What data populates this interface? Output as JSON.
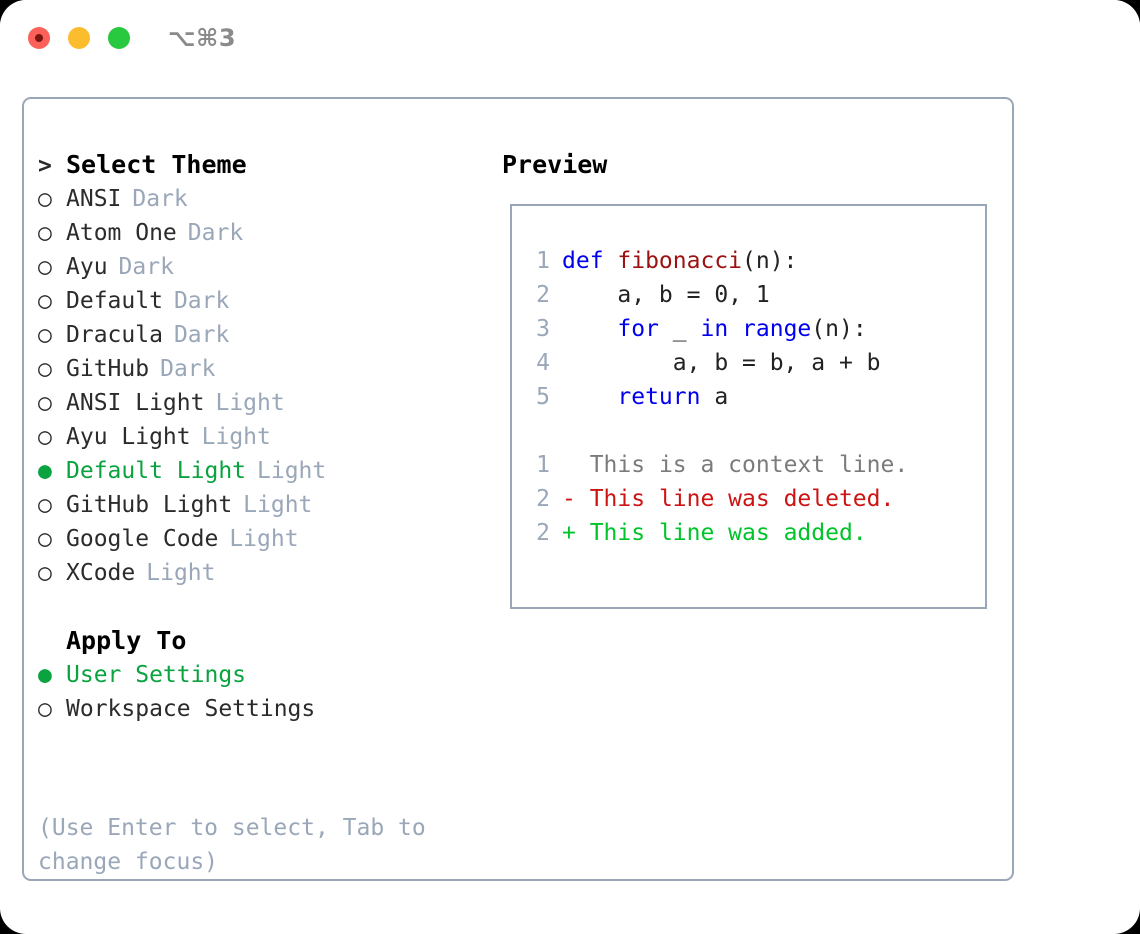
{
  "window": {
    "title": "⌥⌘3",
    "traffic_lights": [
      {
        "name": "close",
        "color": "#fb6159"
      },
      {
        "name": "minimize",
        "color": "#fbbd2e"
      },
      {
        "name": "maximize",
        "color": "#28c83f"
      }
    ]
  },
  "colors": {
    "accent_green": "#0aa33f",
    "muted": "#9aa7b8",
    "border": "#9aa7b8",
    "keyword_blue": "#0000ee",
    "function_red": "#9c1212",
    "diff_added": "#00c42a",
    "diff_deleted": "#cc1414",
    "diff_context": "#7b7b7b"
  },
  "theme_list": {
    "header": {
      "marker": ">",
      "title": "Select Theme"
    },
    "items": [
      {
        "marker": "○",
        "label": "ANSI",
        "mode": "Dark",
        "selected": false
      },
      {
        "marker": "○",
        "label": "Atom One",
        "mode": "Dark",
        "selected": false
      },
      {
        "marker": "○",
        "label": "Ayu",
        "mode": "Dark",
        "selected": false
      },
      {
        "marker": "○",
        "label": "Default",
        "mode": "Dark",
        "selected": false
      },
      {
        "marker": "○",
        "label": "Dracula",
        "mode": "Dark",
        "selected": false
      },
      {
        "marker": "○",
        "label": "GitHub",
        "mode": "Dark",
        "selected": false
      },
      {
        "marker": "○",
        "label": "ANSI Light",
        "mode": "Light",
        "selected": false
      },
      {
        "marker": "○",
        "label": "Ayu Light",
        "mode": "Light",
        "selected": false
      },
      {
        "marker": "●",
        "label": "Default Light",
        "mode": "Light",
        "selected": true
      },
      {
        "marker": "○",
        "label": "GitHub Light",
        "mode": "Light",
        "selected": false
      },
      {
        "marker": "○",
        "label": "Google Code",
        "mode": "Light",
        "selected": false
      },
      {
        "marker": "○",
        "label": "XCode",
        "mode": "Light",
        "selected": false
      }
    ]
  },
  "apply_to": {
    "header": "Apply To",
    "items": [
      {
        "marker": "●",
        "label": "User Settings",
        "selected": true
      },
      {
        "marker": "○",
        "label": "Workspace Settings",
        "selected": false
      }
    ]
  },
  "hint": "(Use Enter to select, Tab to change focus)",
  "preview": {
    "title": "Preview",
    "code_lines": [
      {
        "number": "1",
        "tokens": [
          {
            "text": "def ",
            "kind": "kw"
          },
          {
            "text": "fibonacci",
            "kind": "fn"
          },
          {
            "text": "(n):",
            "kind": "pl"
          }
        ]
      },
      {
        "number": "2",
        "tokens": [
          {
            "text": "    a, b = 0, 1",
            "kind": "pl"
          }
        ]
      },
      {
        "number": "3",
        "tokens": [
          {
            "text": "    ",
            "kind": "pl"
          },
          {
            "text": "for",
            "kind": "kw"
          },
          {
            "text": " _ ",
            "kind": "pl"
          },
          {
            "text": "in",
            "kind": "kw"
          },
          {
            "text": " ",
            "kind": "pl"
          },
          {
            "text": "range",
            "kind": "kw"
          },
          {
            "text": "(n):",
            "kind": "pl"
          }
        ]
      },
      {
        "number": "4",
        "tokens": [
          {
            "text": "        a, b = b, a + b",
            "kind": "pl"
          }
        ]
      },
      {
        "number": "5",
        "tokens": [
          {
            "text": "    ",
            "kind": "pl"
          },
          {
            "text": "return",
            "kind": "kw"
          },
          {
            "text": " a",
            "kind": "pl"
          }
        ]
      }
    ],
    "diff_lines": [
      {
        "number": "1",
        "sign": " ",
        "text": " This is a context line.",
        "kind": "ctx"
      },
      {
        "number": "2",
        "sign": "-",
        "text": " This line was deleted.",
        "kind": "del"
      },
      {
        "number": "2",
        "sign": "+",
        "text": " This line was added.",
        "kind": "add"
      }
    ]
  }
}
